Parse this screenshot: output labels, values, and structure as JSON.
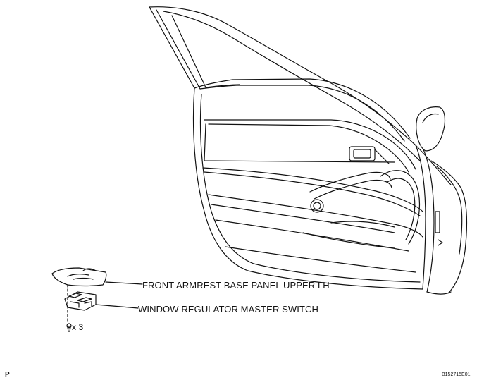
{
  "callouts": {
    "armrest_panel": "FRONT ARMREST BASE PANEL UPPER LH",
    "master_switch": "WINDOW REGULATOR MASTER SWITCH",
    "screw_qty": "x 3"
  },
  "corner_mark": "P",
  "figure_ref": "B152715E01",
  "colors": {
    "line": "#111111",
    "background": "#ffffff"
  },
  "icons": [
    "screw-icon"
  ]
}
